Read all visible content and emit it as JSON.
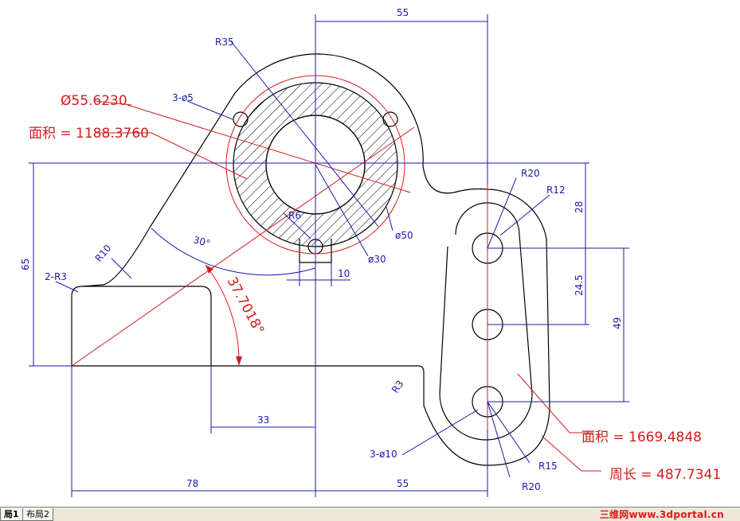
{
  "drawing": {
    "dims": {
      "top_55": "55",
      "bottom_55": "55",
      "d78": "78",
      "d33": "33",
      "d10": "10",
      "d65": "65",
      "d28": "28",
      "d24_5": "24.5",
      "d49": "49",
      "r35": "R35",
      "r6": "R6",
      "r10": "R10",
      "r2_3": "2-R3",
      "r20_top": "R20",
      "r12": "R12",
      "r15": "R15",
      "r20_bottom": "R20",
      "r3": "R3",
      "holes_5": "3-ø5",
      "phi50": "ø50",
      "phi30": "ø30",
      "holes_10": "3-ø10",
      "ang30": "30°"
    },
    "measurements": {
      "diameter": "Ø55.6230",
      "area1": "面积 = 1188.3760",
      "angle": "37.7018°",
      "area2": "面积 = 1669.4848",
      "perimeter": "周长 = 487.7341"
    }
  },
  "tabs": [
    "局1",
    "布局2"
  ],
  "watermark": "三维网www.3dportal.cn",
  "colors": {
    "outline": "#000000",
    "dimension": "#1a1aa8",
    "annotation": "#d21c1c"
  }
}
